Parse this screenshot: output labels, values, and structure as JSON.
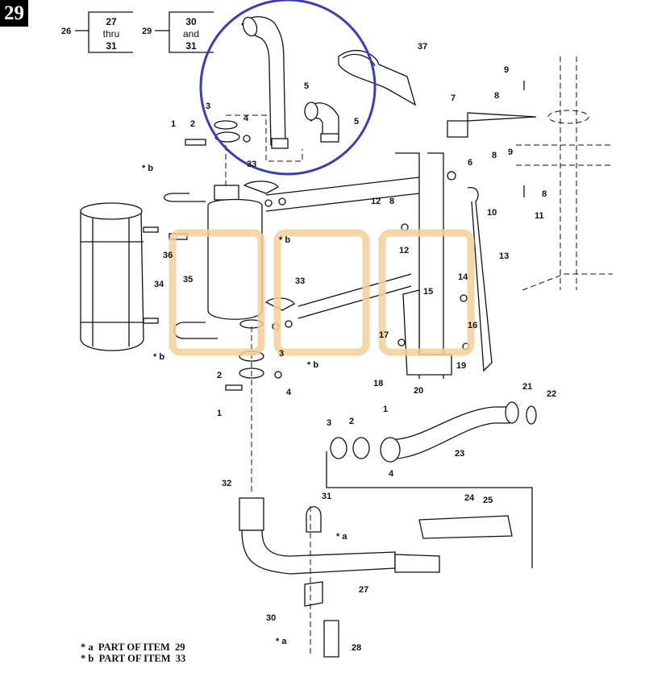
{
  "figure_number": "29",
  "header_groups": [
    {
      "ref": "26",
      "line1": "27",
      "line2": "thru",
      "line3": "31"
    },
    {
      "ref": "29",
      "line1": "30",
      "line2": "and",
      "line3": "31"
    }
  ],
  "callouts": [
    "37",
    "5",
    "5",
    "3",
    "2",
    "1",
    "4",
    "9",
    "8",
    "7",
    "9",
    "8",
    "6",
    "12",
    "8",
    "10",
    "8",
    "11",
    "* b",
    "33",
    "* b",
    "36",
    "12",
    "13",
    "35",
    "34",
    "33",
    "15",
    "14",
    "* b",
    "* b",
    "3",
    "2",
    "4",
    "1",
    "17",
    "16",
    "18",
    "19",
    "20",
    "21",
    "22",
    "1",
    "3",
    "2",
    "23",
    "4",
    "32",
    "31",
    "24",
    "25",
    "* a",
    "27",
    "30",
    "* a",
    "28"
  ],
  "legend": [
    {
      "marker": "* a",
      "text": "PART OF ITEM  29"
    },
    {
      "marker": "* b",
      "text": "PART OF ITEM  33"
    }
  ],
  "colors": {
    "highlight_circle": "#3a3fb0",
    "highlight_boxes": "#f3cf98"
  }
}
